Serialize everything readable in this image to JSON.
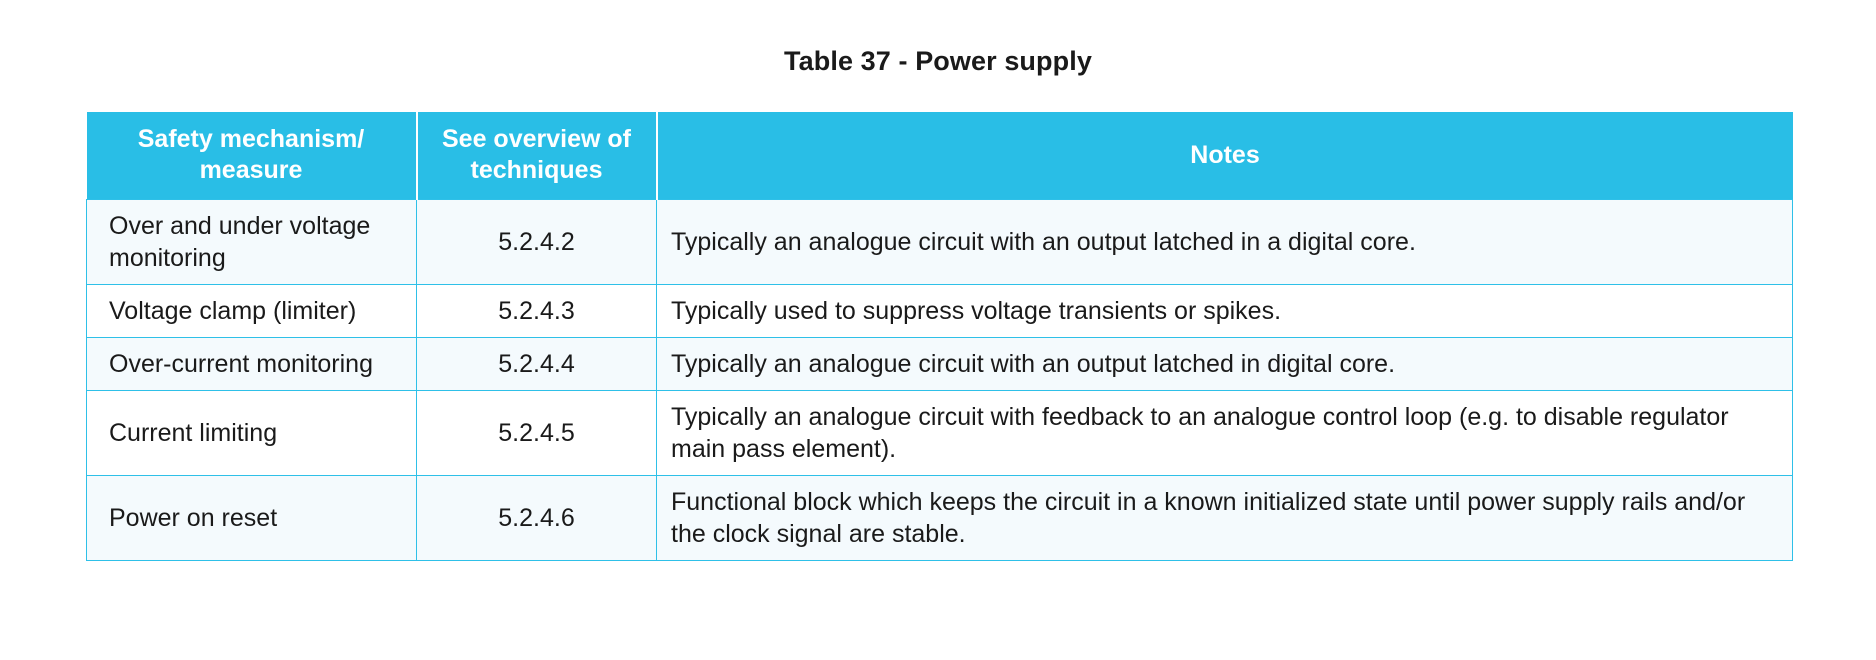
{
  "title": "Table 37 - Power supply",
  "colors": {
    "header_bg": "#29bee6",
    "header_text": "#ffffff",
    "border": "#2ec0e8",
    "row_alt_bg": "#f4fafd",
    "row_plain_bg": "#ffffff",
    "body_text": "#1a1a1a"
  },
  "table": {
    "headers": [
      "Safety mechanism/\nmeasure",
      "See overview of\ntechniques",
      "Notes"
    ],
    "header_lines": {
      "col1_line1": "Safety mechanism/",
      "col1_line2": "measure",
      "col2_line1": "See overview of",
      "col2_line2": "techniques",
      "col3": "Notes"
    },
    "rows": [
      {
        "mechanism": "Over and under voltage monitoring",
        "reference": "5.2.4.2",
        "notes": "Typically an analogue circuit with an output latched in a digital core."
      },
      {
        "mechanism": "Voltage clamp (limiter)",
        "reference": "5.2.4.3",
        "notes": "Typically used to suppress voltage transients or spikes."
      },
      {
        "mechanism": "Over-current monitoring",
        "reference": "5.2.4.4",
        "notes": "Typically an analogue circuit with an output latched in digital core."
      },
      {
        "mechanism": "Current limiting",
        "reference": "5.2.4.5",
        "notes": "Typically an analogue circuit with feedback to an analogue control loop (e.g. to disable regulator main pass element)."
      },
      {
        "mechanism": "Power on reset",
        "reference": "5.2.4.6",
        "notes": "Functional block which keeps the circuit in a known initialized state until power supply rails and/or the clock signal are stable."
      }
    ]
  }
}
